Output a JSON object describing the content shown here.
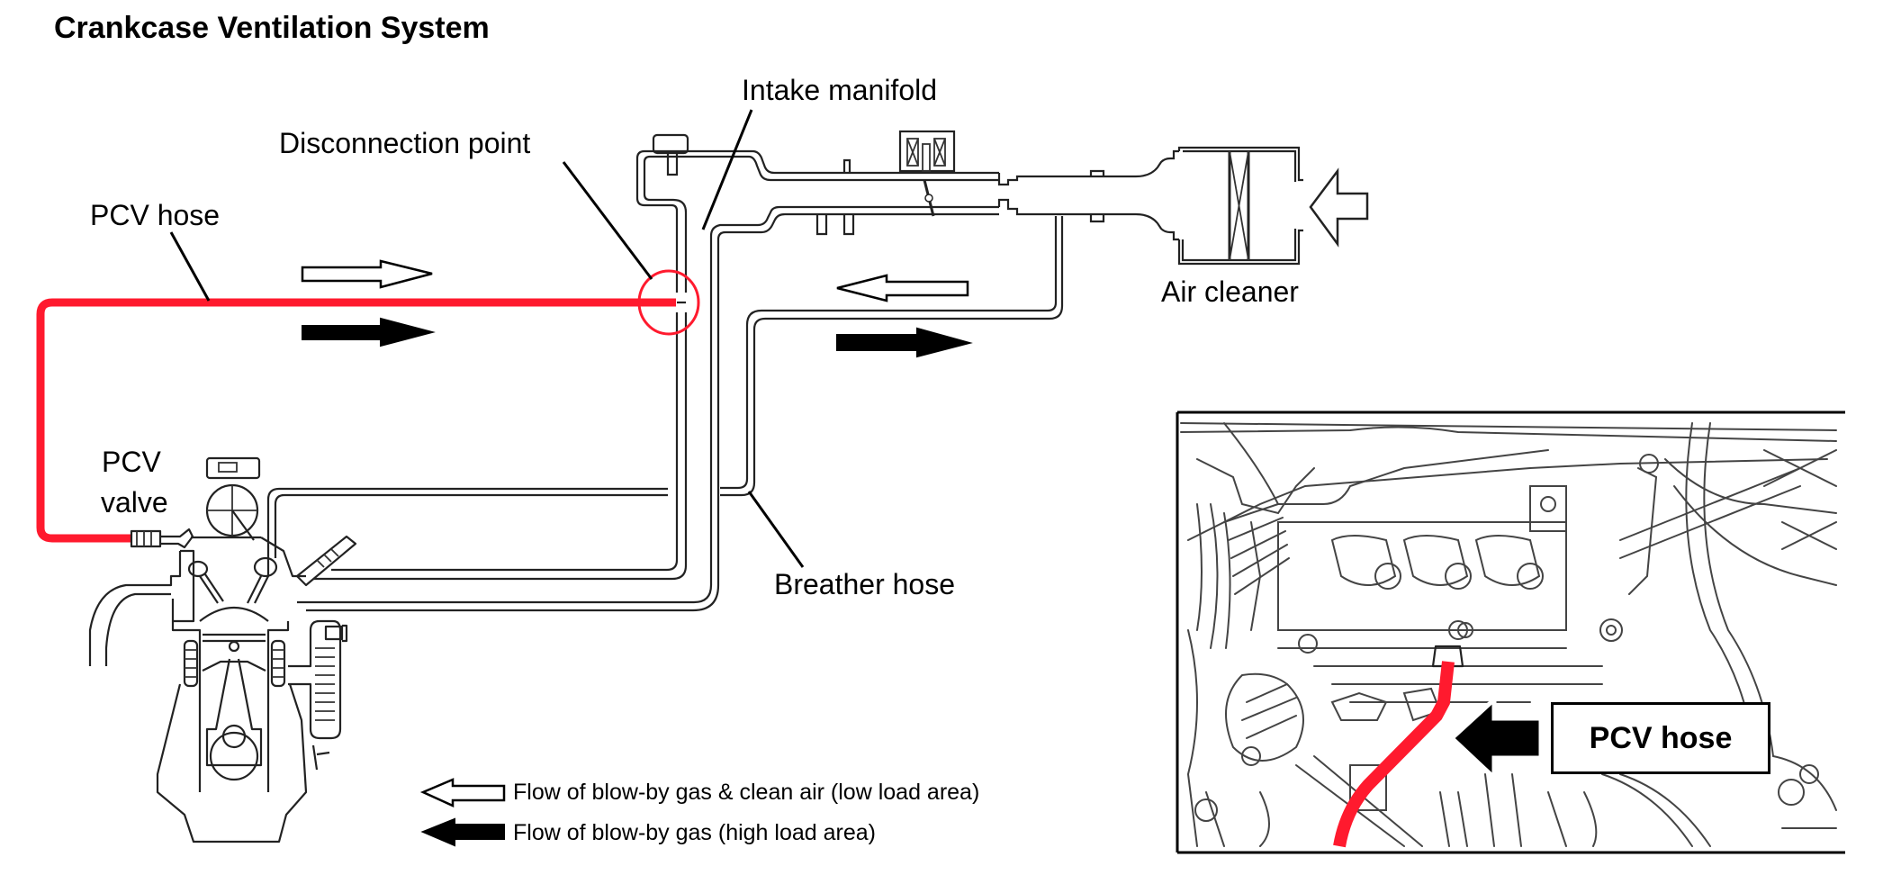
{
  "title": "Crankcase Ventilation System",
  "labels": {
    "pcv_hose": "PCV hose",
    "disconnection_point": "Disconnection point",
    "intake_manifold": "Intake manifold",
    "air_cleaner": "Air cleaner",
    "pcv_valve_line1": "PCV",
    "pcv_valve_line2": "valve",
    "breather_hose": "Breather hose"
  },
  "legend": {
    "items": [
      {
        "icon": "hollow-arrow-left-icon",
        "text": "Flow of blow-by gas & clean air (low load area)"
      },
      {
        "icon": "solid-arrow-left-icon",
        "text": "Flow of blow-by gas (high load area)"
      }
    ]
  },
  "inset": {
    "callout_label": "PCV hose"
  },
  "colors": {
    "highlight": "#ff1a2e",
    "line": "#000000",
    "background": "#ffffff"
  }
}
